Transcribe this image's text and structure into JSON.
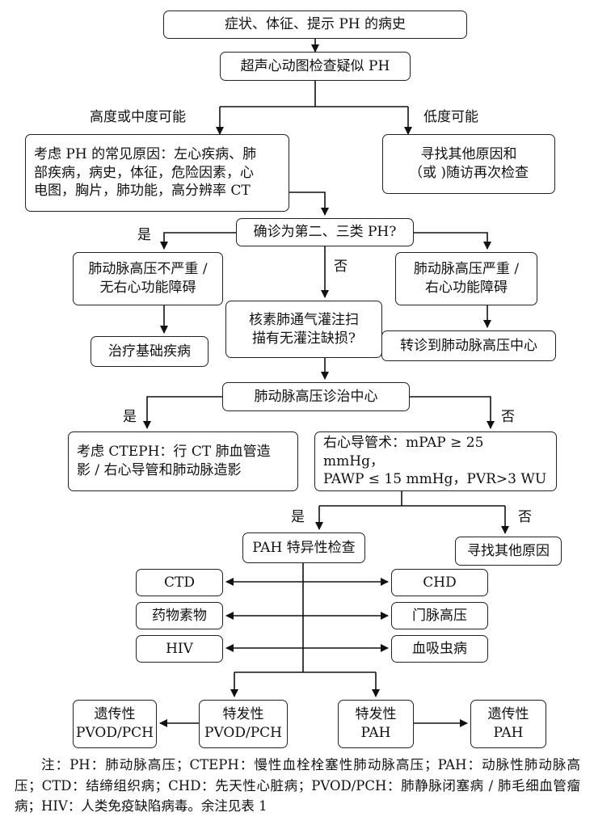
{
  "nodes": {
    "n1": "症状、体征、提示 PH 的病史",
    "n2": "超声心动图检查疑似 PH",
    "n3": "考虑 PH 的常见原因：左心疾病、肺\n部疾病，病史，体征，危险因素，心\n电图，胸片，肺功能，高分辨率 CT",
    "n4": "寻找其他原因和\n（或 )随访再次检查",
    "n5": "确诊为第二、三类 PH?",
    "n6": "肺动脉高压不严重 /\n无右心功能障碍",
    "n7": "肺动脉高压严重 /\n右心功能障碍",
    "n8": "核素肺通气灌注扫\n描有无灌注缺损?",
    "n9": "治疗基础疾病",
    "n10": "转诊到肺动脉高压中心",
    "n11": "肺动脉高压诊治中心",
    "n12": "考虑 CTEPH：行 CT 肺血管造\n影 / 右心导管和肺动脉造影",
    "n13": "右心导管术：mPAP ≥ 25 mmHg，\nPAWP ≤ 15 mmHg，PVR>3 WU",
    "n14": "PAH 特异性检查",
    "n15": "寻找其他原因",
    "n16": "CTD",
    "n17": "CHD",
    "n18": "药物素物",
    "n19": "门脉高压",
    "n20": "HIV",
    "n21": "血吸虫病",
    "n22": "遗传性\nPVOD/PCH",
    "n23": "特发性\nPVOD/PCH",
    "n24": "特发性\nPAH",
    "n25": "遗传性\nPAH"
  },
  "edge_labels": {
    "high_or_moderate": "高度或中度可能",
    "low": "低度可能",
    "yes1": "是",
    "no1": "否",
    "yes2": "是",
    "no2": "否",
    "yes3": "是",
    "no3": "否"
  },
  "note": "注：PH：肺动脉高压；CTEPH：慢性血栓栓塞性肺动脉高压；PAH：动脉性肺动脉高压；CTD：结缔组织病；CHD：先天性心脏病；PVOD/PCH：肺静脉闭塞病 / 肺毛细血管瘤病；HIV：人类免疫缺陷病毒。余注见表 1"
}
